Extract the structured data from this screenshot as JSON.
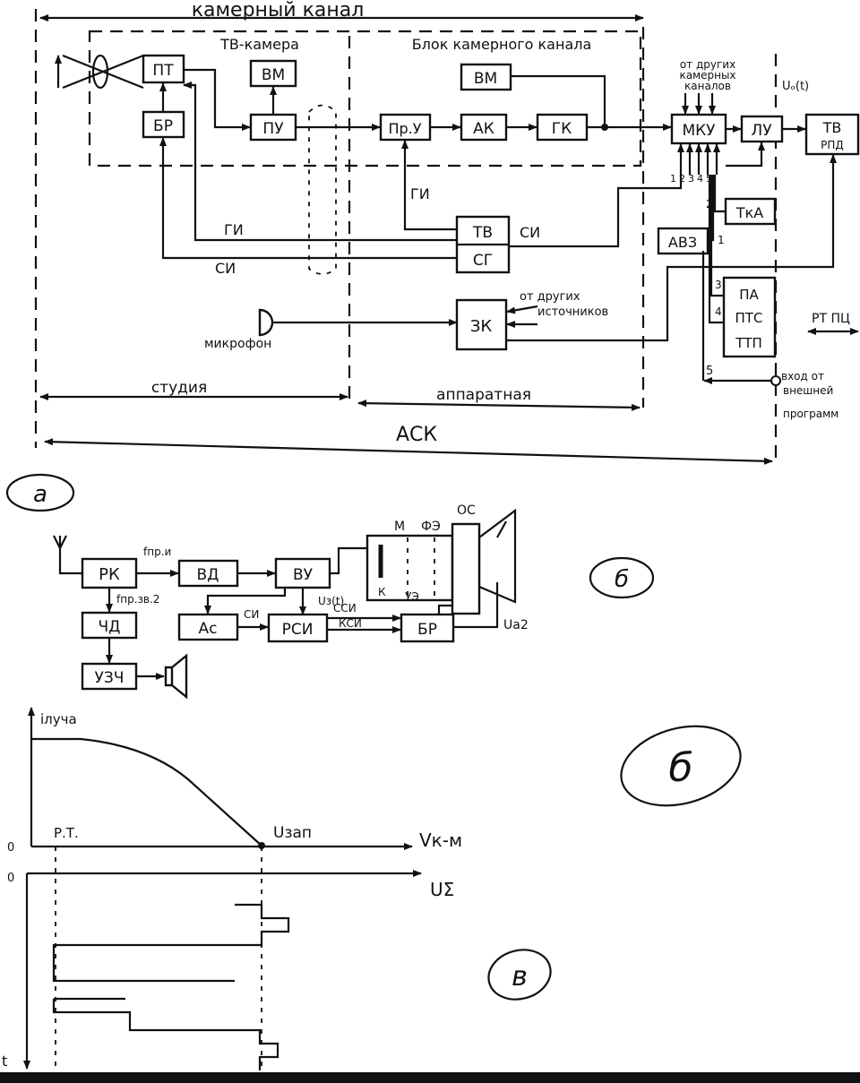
{
  "panel_a": {
    "top_label": "камерный канал",
    "tv_camera_label": "ТВ-камера",
    "camera_channel_block_label": "Блок камерного канала",
    "other_cam_channels": [
      "от других",
      "камерных",
      "каналов"
    ],
    "u_t": "Uₒ(t)",
    "blocks": {
      "pt": "ПТ",
      "br": "БР",
      "vm1": "ВМ",
      "pu": "ПУ",
      "vm2": "ВМ",
      "pru": "Пр.У",
      "ak": "АК",
      "gk": "ГК",
      "mku": "МКУ",
      "lu": "ЛУ",
      "tv_rpd_1": "ТВ",
      "tv_rpd_2": "РПД",
      "tvsg_1": "ТВ",
      "tvsg_2": "СГ",
      "tka": "ТкА",
      "avz": "АВЗ",
      "pa": "ПА",
      "pts": "ПТС",
      "ttp": "ТТП",
      "zk": "ЗК"
    },
    "gi_labels": [
      "ГИ",
      "ГИ"
    ],
    "si_labels": [
      "СИ",
      "СИ"
    ],
    "mku_inputs": [
      "1",
      "2",
      "3",
      "4",
      "5"
    ],
    "wire_numbers": [
      "2",
      "1",
      "3",
      "4",
      "5"
    ],
    "other_sources": [
      "от других",
      "источников"
    ],
    "microphone": "микрофон",
    "rt_pc": "РТ ПЦ",
    "external_input": [
      "вход от",
      "внешней",
      "программ"
    ],
    "studio": "студия",
    "control_room": "аппаратная",
    "ask": "АСК",
    "letter": "а"
  },
  "panel_b": {
    "blocks": {
      "rk": "РК",
      "vd": "ВД",
      "vu": "ВУ",
      "chd": "ЧД",
      "uzch": "УЗЧ",
      "as": "Ас",
      "rsi": "РСИ",
      "br": "БР"
    },
    "f_pr_i": "fпр.и",
    "f_pr_zv": "fпр.зв.2",
    "u_t": "Uз(t)",
    "ssi": "ССИ",
    "si": "СИ",
    "ksi": "КСИ",
    "tube": {
      "m": "М",
      "fe": "ФЭ",
      "os": "ОС",
      "k": "К",
      "ue": "УЭ"
    },
    "u_a2": "Uа2",
    "letter": "б"
  },
  "panel_v": {
    "y_label": "iлуча",
    "x_label": "Vк-м",
    "rt": "Р.Т.",
    "u_zap": "Uзап",
    "u_sum": "UΣ",
    "origin_1": "0",
    "origin_2": "0",
    "t": "t",
    "letter_1": "б",
    "letter_2": "в"
  }
}
